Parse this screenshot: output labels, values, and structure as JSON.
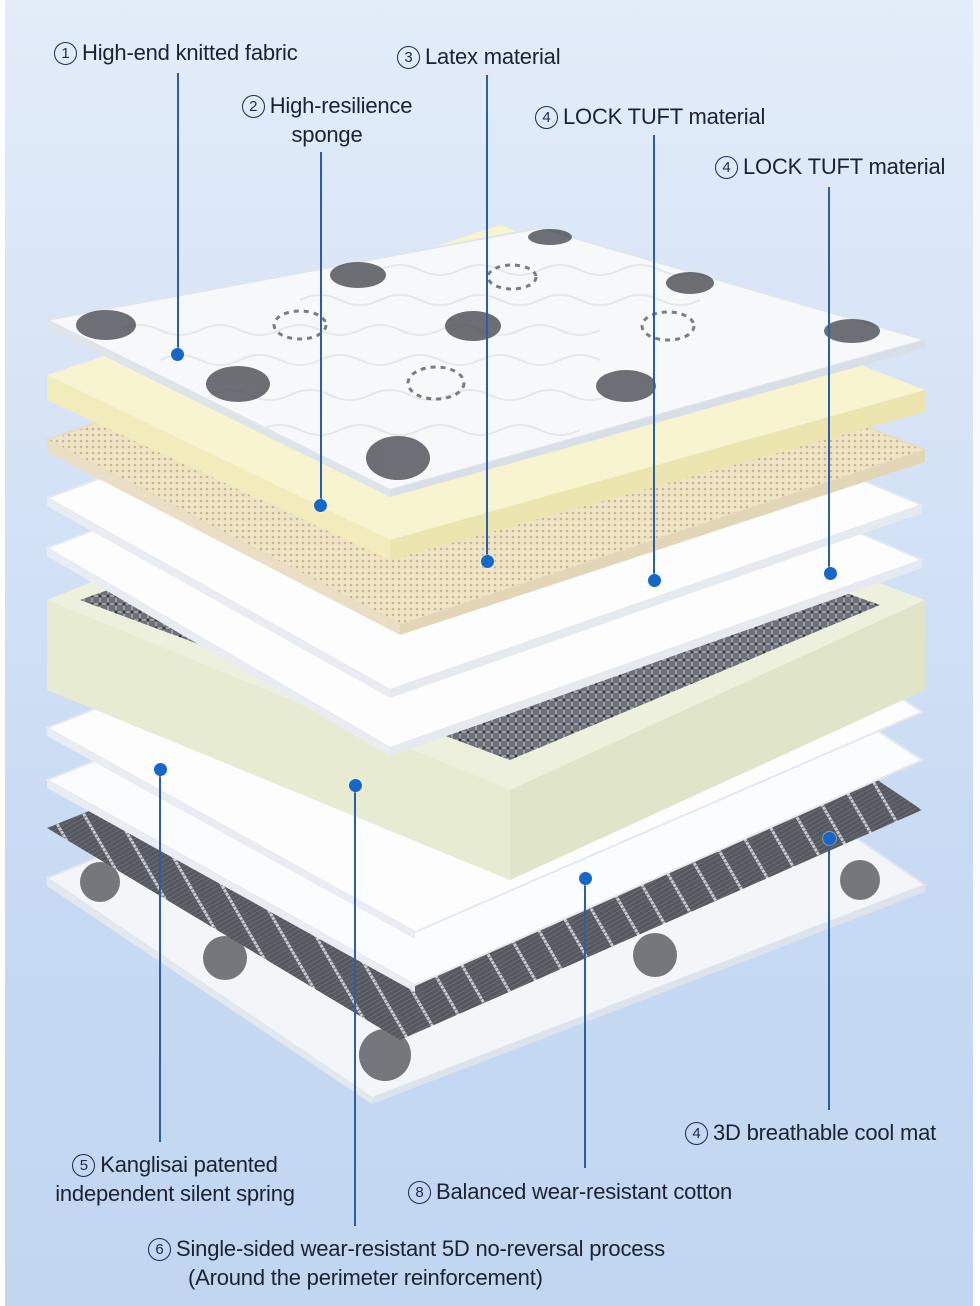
{
  "title": "Mattress layer structure diagram",
  "colors": {
    "background_top": "#e3ecf9",
    "background_bottom": "#c2d6f2",
    "leader_line": "#2a5fa8",
    "dot": "#1767c9",
    "text": "#1b2230"
  },
  "labels": {
    "l1": {
      "num": "1",
      "text": "High-end knitted fabric"
    },
    "l2": {
      "num": "2",
      "line1": "High-resilience",
      "line2": "sponge"
    },
    "l3": {
      "num": "3",
      "text": "Latex material"
    },
    "l4a": {
      "num": "4",
      "text": "LOCK TUFT material"
    },
    "l4b": {
      "num": "4",
      "text": "LOCK TUFT material"
    },
    "l5": {
      "num": "5",
      "line1": "Kanglisai patented",
      "line2": "independent silent spring"
    },
    "l6": {
      "num": "6",
      "line1": "Single-sided wear-resistant 5D no-reversal process",
      "line2": "(Around the perimeter reinforcement)"
    },
    "l8": {
      "num": "8",
      "text": "Balanced wear-resistant cotton"
    },
    "l3d": {
      "num": "4",
      "text": "3D breathable cool mat"
    }
  },
  "layers": [
    {
      "name": "knitted-fabric-top",
      "color": "#f7f8fa"
    },
    {
      "name": "high-resilience-sponge",
      "color": "#f6f2c8"
    },
    {
      "name": "latex",
      "color": "#e8dcc0"
    },
    {
      "name": "lock-tuft-1",
      "color": "#fbfbfb"
    },
    {
      "name": "lock-tuft-2",
      "color": "#fbfbfb"
    },
    {
      "name": "spring-unit",
      "color": "#ecefdc"
    },
    {
      "name": "cotton-1",
      "color": "#fbfbfb"
    },
    {
      "name": "cotton-2",
      "color": "#fbfbfb"
    },
    {
      "name": "3d-cool-mat",
      "color": "#5c5f66"
    },
    {
      "name": "knitted-fabric-bottom",
      "color": "#f7f8fa"
    }
  ]
}
